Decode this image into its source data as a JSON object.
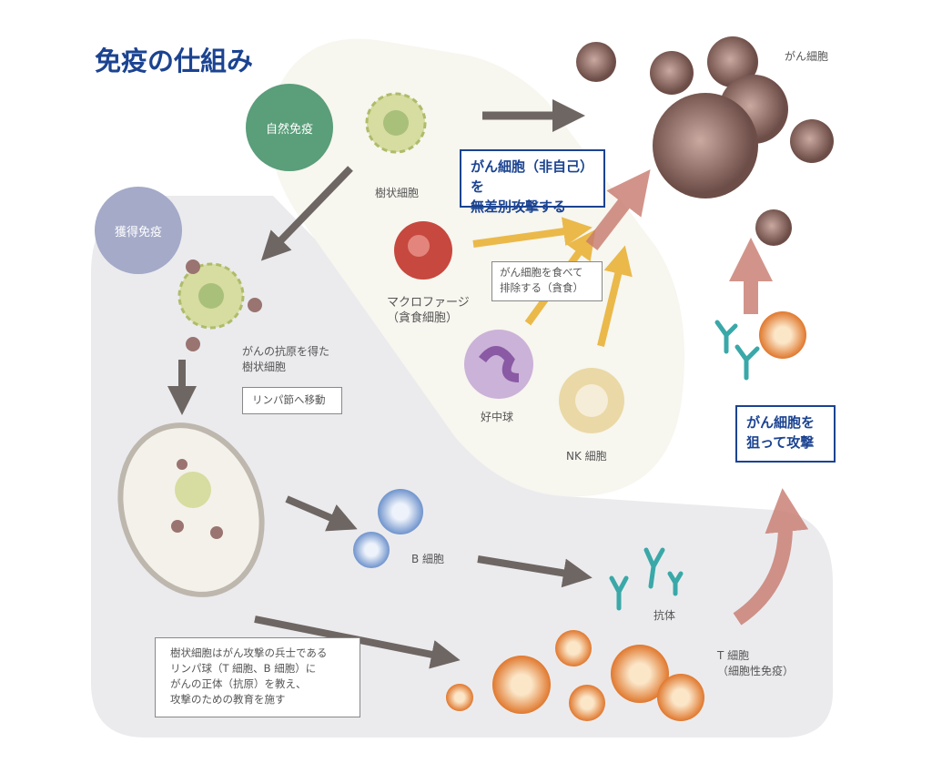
{
  "title": "免疫の仕組み",
  "badges": {
    "innate": "自然免疫",
    "acquired": "獲得免疫"
  },
  "labels": {
    "dendritic": "樹状細胞",
    "cancer": "がん細胞",
    "macrophage": [
      "マクロファージ",
      "（貪食細胞）"
    ],
    "antigen_dendritic": [
      "がんの抗原を得た",
      "樹状細胞"
    ],
    "neutrophil": "好中球",
    "nk": "NK 細胞",
    "b_cell": "B 細胞",
    "antibody": "抗体",
    "t_cell": [
      "T 細胞",
      "（細胞性免疫）"
    ]
  },
  "boxes": {
    "nonself_attack": [
      "がん細胞（非自己）を",
      "無差別攻撃する"
    ],
    "phagocytosis": [
      "がん細胞を食べて",
      "排除する（貪食）"
    ],
    "lymph_move": "リンパ節へ移動",
    "target_attack": [
      "がん細胞を",
      "狙って攻撃"
    ],
    "education": [
      "樹状細胞はがん攻撃の兵士である",
      "リンパ球（T 細胞、B 細胞）に",
      "がんの正体（抗原）を教え、",
      "攻撃のための教育を施す"
    ]
  },
  "colors": {
    "title": "#1b4391",
    "innate": "#5a9e7a",
    "acquired": "#a4aac8",
    "arrow_gray": "#6e6663",
    "arrow_yellow": "#eab94a",
    "arrow_red": "#c77a6e"
  }
}
